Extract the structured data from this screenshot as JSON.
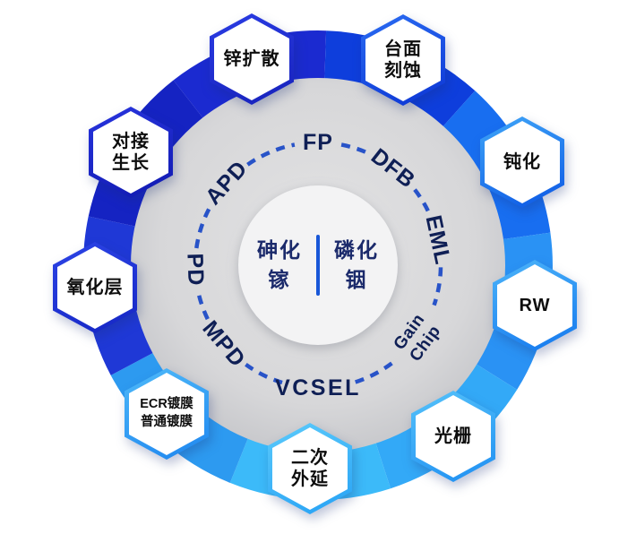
{
  "diagram": {
    "center": {
      "left": {
        "line1": "砷化",
        "line2": "镓"
      },
      "right": {
        "line1": "磷化",
        "line2": "铟"
      }
    },
    "ring": {
      "labels": [
        {
          "text": "FP"
        },
        {
          "text": "DFB"
        },
        {
          "text": "EML"
        },
        {
          "line1": "Gain",
          "line2": "Chip"
        },
        {
          "text": "VCSEL"
        },
        {
          "text": "MPD"
        },
        {
          "text": "PD"
        },
        {
          "text": "APD"
        }
      ]
    },
    "hexagons": [
      {
        "line1": "锌扩散"
      },
      {
        "line1": "台面",
        "line2": "刻蚀"
      },
      {
        "line1": "钝化"
      },
      {
        "line1": "RW"
      },
      {
        "line1": "光栅"
      },
      {
        "line1": "二次",
        "line2": "外延"
      },
      {
        "line1": "ECR镀膜",
        "line2": "普通镀膜"
      },
      {
        "line1": "氧化层"
      },
      {
        "line1": "对接",
        "line2": "生长"
      }
    ],
    "colors": {
      "ring_dark_navy": "#1b2ad0",
      "ring_royal": "#0e3edc",
      "ring_mid_blue": "#186ef0",
      "ring_light_blue": "#2a92f4",
      "ring_cyan": "#3cbaf9",
      "dash_blue": "#2853c8",
      "text_navy": "#0f1f55",
      "center_text_navy": "#1b2a6b",
      "divider_blue": "#1857d8"
    }
  }
}
